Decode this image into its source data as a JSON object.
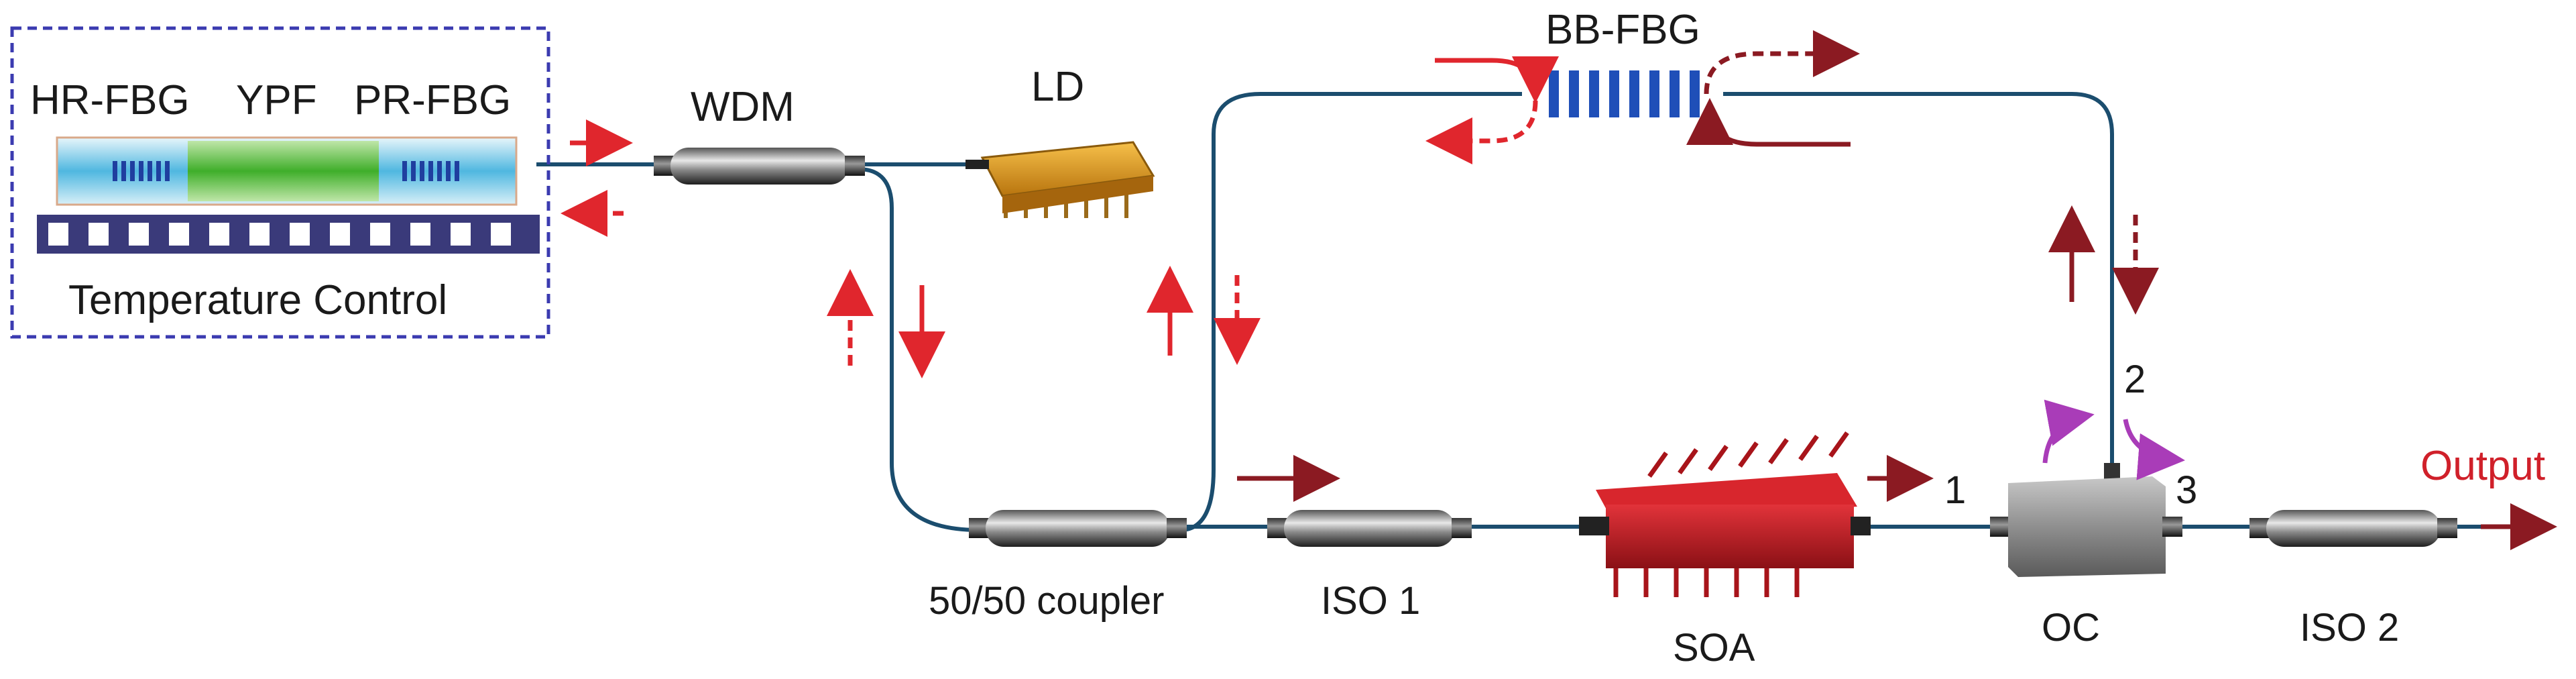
{
  "labels": {
    "hr_fbg": "HR-FBG",
    "ypf": "YPF",
    "pr_fbg": "PR-FBG",
    "temperature_control": "Temperature Control",
    "wdm": "WDM",
    "ld": "LD",
    "bb_fbg": "BB-FBG",
    "coupler": "50/50 coupler",
    "iso1": "ISO 1",
    "soa": "SOA",
    "oc": "OC",
    "iso2": "ISO 2",
    "output": "Output",
    "port1": "1",
    "port2": "2",
    "port3": "3"
  },
  "colors": {
    "fiber": "#1b4d6e",
    "arrow_red": "#e0262d",
    "arrow_darkred": "#8b1a22",
    "arrow_purple": "#a93cb8",
    "box_border": "#3b3bb0",
    "soa_red": "#c8232a",
    "ld_orange": "#e8a21c",
    "fbg_blue": "#1f4fb8"
  }
}
